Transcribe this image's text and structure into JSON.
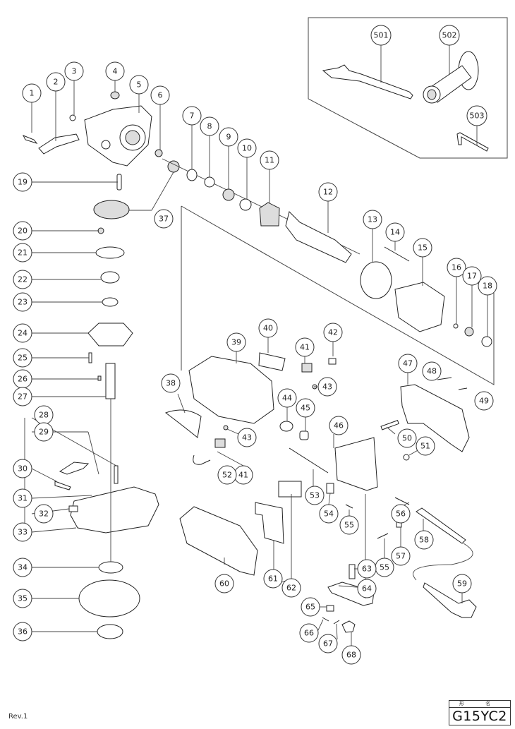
{
  "document": {
    "type": "exploded parts diagram",
    "revision": "Rev.1",
    "model_caption": "形 名",
    "model_number": "G15YC2"
  },
  "accessories_group": {
    "parts": [
      "501",
      "502",
      "503"
    ]
  },
  "callouts": [
    {
      "id": "1",
      "label": "1"
    },
    {
      "id": "2",
      "label": "2"
    },
    {
      "id": "3",
      "label": "3"
    },
    {
      "id": "4",
      "label": "4"
    },
    {
      "id": "5",
      "label": "5"
    },
    {
      "id": "6",
      "label": "6"
    },
    {
      "id": "7",
      "label": "7"
    },
    {
      "id": "8",
      "label": "8"
    },
    {
      "id": "9",
      "label": "9"
    },
    {
      "id": "10",
      "label": "10"
    },
    {
      "id": "11",
      "label": "11"
    },
    {
      "id": "12",
      "label": "12"
    },
    {
      "id": "13",
      "label": "13"
    },
    {
      "id": "14",
      "label": "14"
    },
    {
      "id": "15",
      "label": "15"
    },
    {
      "id": "16",
      "label": "16"
    },
    {
      "id": "17",
      "label": "17"
    },
    {
      "id": "18",
      "label": "18"
    },
    {
      "id": "19",
      "label": "19"
    },
    {
      "id": "20",
      "label": "20"
    },
    {
      "id": "21",
      "label": "21"
    },
    {
      "id": "22",
      "label": "22"
    },
    {
      "id": "23",
      "label": "23"
    },
    {
      "id": "24",
      "label": "24"
    },
    {
      "id": "25",
      "label": "25"
    },
    {
      "id": "26",
      "label": "26"
    },
    {
      "id": "27",
      "label": "27"
    },
    {
      "id": "28",
      "label": "28"
    },
    {
      "id": "29",
      "label": "29"
    },
    {
      "id": "30",
      "label": "30"
    },
    {
      "id": "31",
      "label": "31"
    },
    {
      "id": "32",
      "label": "32"
    },
    {
      "id": "33",
      "label": "33"
    },
    {
      "id": "34",
      "label": "34"
    },
    {
      "id": "35",
      "label": "35"
    },
    {
      "id": "36",
      "label": "36"
    },
    {
      "id": "37",
      "label": "37"
    },
    {
      "id": "38",
      "label": "38"
    },
    {
      "id": "39",
      "label": "39"
    },
    {
      "id": "40",
      "label": "40"
    },
    {
      "id": "41a",
      "label": "41"
    },
    {
      "id": "41b",
      "label": "41"
    },
    {
      "id": "42",
      "label": "42"
    },
    {
      "id": "43a",
      "label": "43"
    },
    {
      "id": "43b",
      "label": "43"
    },
    {
      "id": "44",
      "label": "44"
    },
    {
      "id": "45",
      "label": "45"
    },
    {
      "id": "46",
      "label": "46"
    },
    {
      "id": "47",
      "label": "47"
    },
    {
      "id": "48",
      "label": "48"
    },
    {
      "id": "49",
      "label": "49"
    },
    {
      "id": "50",
      "label": "50"
    },
    {
      "id": "51",
      "label": "51"
    },
    {
      "id": "52",
      "label": "52"
    },
    {
      "id": "53",
      "label": "53"
    },
    {
      "id": "54",
      "label": "54"
    },
    {
      "id": "55a",
      "label": "55"
    },
    {
      "id": "55b",
      "label": "55"
    },
    {
      "id": "56",
      "label": "56"
    },
    {
      "id": "57",
      "label": "57"
    },
    {
      "id": "58",
      "label": "58"
    },
    {
      "id": "59",
      "label": "59"
    },
    {
      "id": "60",
      "label": "60"
    },
    {
      "id": "61",
      "label": "61"
    },
    {
      "id": "62",
      "label": "62"
    },
    {
      "id": "63",
      "label": "63"
    },
    {
      "id": "64",
      "label": "64"
    },
    {
      "id": "65",
      "label": "65"
    },
    {
      "id": "66",
      "label": "66"
    },
    {
      "id": "67",
      "label": "67"
    },
    {
      "id": "68",
      "label": "68"
    },
    {
      "id": "501",
      "label": "501"
    },
    {
      "id": "502",
      "label": "502"
    },
    {
      "id": "503",
      "label": "503"
    }
  ]
}
